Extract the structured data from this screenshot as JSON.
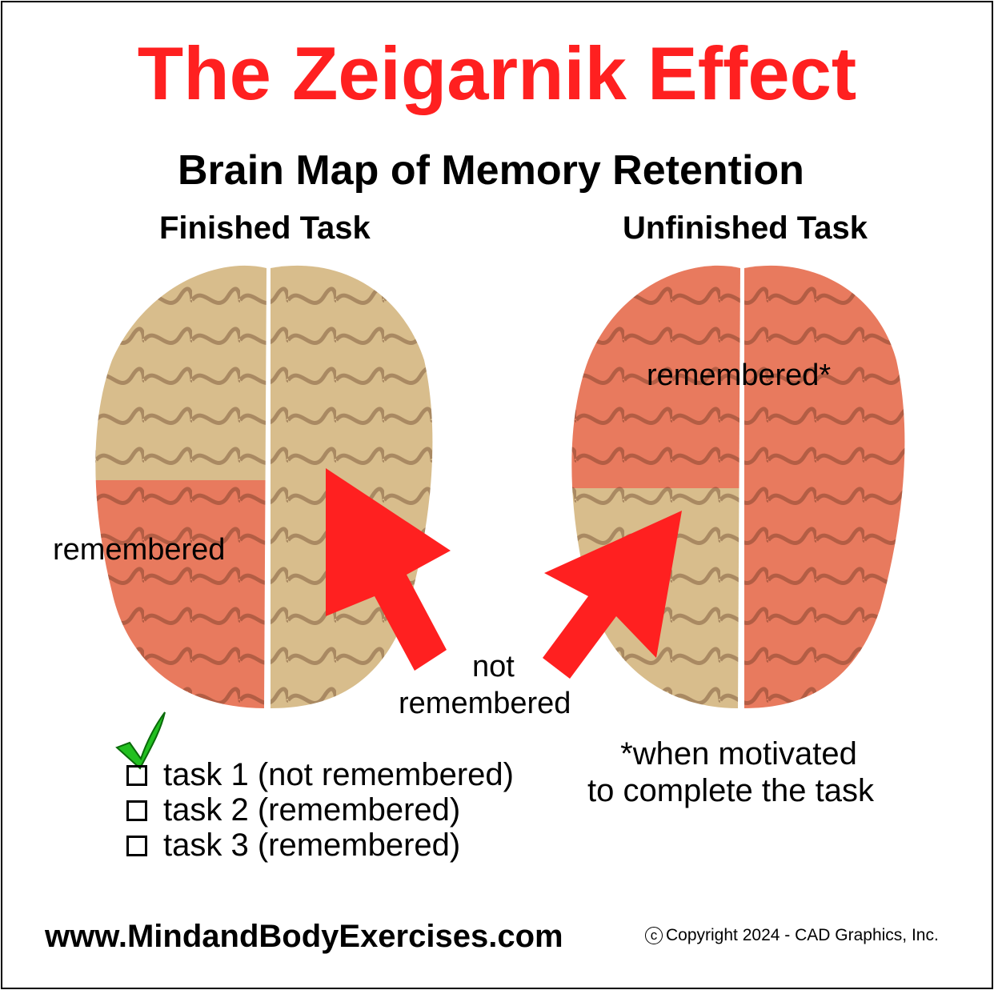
{
  "title": "The Zeigarnik Effect",
  "subtitle": "Brain Map of Memory Retention",
  "panels": {
    "finished": {
      "heading": "Finished Task",
      "label": "remembered"
    },
    "unfinished": {
      "heading": "Unfinished Task",
      "label": "remembered*"
    }
  },
  "center_label": {
    "line1": "not",
    "line2": "remembered"
  },
  "tasks": [
    {
      "label": "task 1 (not remembered)",
      "checked": true
    },
    {
      "label": "task 2 (remembered)",
      "checked": false
    },
    {
      "label": "task 3 (remembered)",
      "checked": false
    }
  ],
  "footnote": {
    "line1": "*when motivated",
    "line2": "to complete the task"
  },
  "website": "www.MindandBodyExercises.com",
  "copyright": "Copyright 2024 - CAD Graphics, Inc.",
  "colors": {
    "title": "#ff2020",
    "arrow": "#ff2020",
    "remembered": "#e87a5e",
    "not_remembered": "#d8bd8c",
    "check": "#22c020"
  }
}
